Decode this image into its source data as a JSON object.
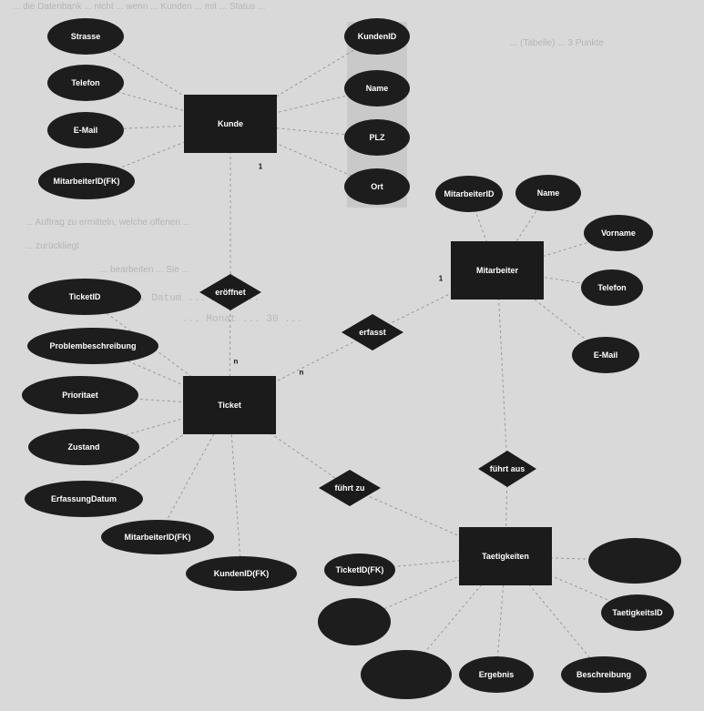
{
  "background": {
    "text_lines": [
      "... die Datenbank ... nicht ... wenn ... Kunden ... mit ... Status ...",
      "... (Tabelle) ... 3 Punkte",
      "... Auftrag zu ermitteln, welche offenen ...",
      "... zurückliegt",
      "... bearbeiten ... Sie ...",
      "... Datum ... Zeit ...",
      "... Monat ... 30 ..."
    ]
  },
  "entities": [
    {
      "id": "kunde",
      "label": "Kunde"
    },
    {
      "id": "mitarbeiter",
      "label": "Mitarbeiter"
    },
    {
      "id": "ticket",
      "label": "Ticket"
    },
    {
      "id": "taetigkeiten",
      "label": "Taetigkeiten"
    }
  ],
  "attributes": [
    {
      "id": "strasse",
      "label": "Strasse"
    },
    {
      "id": "telefon-kunde",
      "label": "Telefon"
    },
    {
      "id": "email-kunde",
      "label": "E-Mail"
    },
    {
      "id": "mitarbeiterid-fk-kunde",
      "label": "MitarbeiterID(FK)"
    },
    {
      "id": "kundenid",
      "label": "KundenID"
    },
    {
      "id": "name-kunde",
      "label": "Name"
    },
    {
      "id": "plz",
      "label": "PLZ"
    },
    {
      "id": "ort",
      "label": "Ort"
    },
    {
      "id": "mitarbeiterid",
      "label": "MitarbeiterID"
    },
    {
      "id": "name-mitarbeiter",
      "label": "Name"
    },
    {
      "id": "vorname",
      "label": "Vorname"
    },
    {
      "id": "telefon-mitarbeiter",
      "label": "Telefon"
    },
    {
      "id": "email-mitarbeiter",
      "label": "E-Mail"
    },
    {
      "id": "ticketid",
      "label": "TicketID"
    },
    {
      "id": "problembeschreibung",
      "label": "Problembeschreibung"
    },
    {
      "id": "prioritaet",
      "label": "Prioritaet"
    },
    {
      "id": "zustand",
      "label": "Zustand"
    },
    {
      "id": "erfassungdatum",
      "label": "ErfassungDatum"
    },
    {
      "id": "mitarbeiterid-fk-ticket",
      "label": "MitarbeiterID(FK)"
    },
    {
      "id": "kundenid-fk",
      "label": "KundenID(FK)"
    },
    {
      "id": "ticketid-fk",
      "label": "TicketID(FK)"
    },
    {
      "id": "taetigkeitsid",
      "label": "TaetigkeitsID"
    },
    {
      "id": "ergebnis",
      "label": "Ergebnis"
    },
    {
      "id": "beschreibung",
      "label": "Beschreibung"
    },
    {
      "id": "blank-1",
      "label": ""
    },
    {
      "id": "blank-2",
      "label": ""
    },
    {
      "id": "blank-3",
      "label": ""
    }
  ],
  "relationships": [
    {
      "id": "eroeffnet",
      "label": "eröffnet"
    },
    {
      "id": "erfasst",
      "label": "erfasst"
    },
    {
      "id": "fuehrt-zu",
      "label": "führt zu"
    },
    {
      "id": "fuehrt-aus",
      "label": "führt aus"
    }
  ],
  "cardinalities": [
    {
      "id": "kunde-eroeffnet",
      "label": "1"
    },
    {
      "id": "ticket-eroeffnet",
      "label": "n"
    },
    {
      "id": "mitarbeiter-erfasst",
      "label": "1"
    },
    {
      "id": "ticket-erfasst",
      "label": "n"
    }
  ]
}
